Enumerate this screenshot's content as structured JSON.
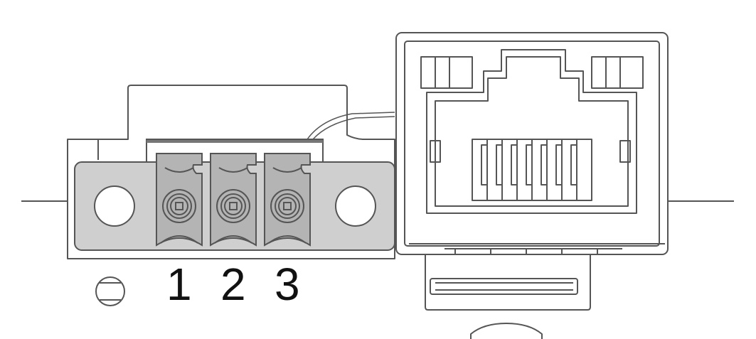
{
  "pins": [
    {
      "label": "1"
    },
    {
      "label": "2"
    },
    {
      "label": "3"
    }
  ],
  "colors": {
    "line": "#555555",
    "plate_fill": "#cfcfcf",
    "terminal_fill": "#b4b4b4",
    "background": "#ffffff",
    "label": "#111111"
  },
  "icons": {
    "terminal_block": "terminal-block-icon",
    "rj45_port": "rj45-port-icon",
    "mounting_hole": "mounting-hole-icon"
  }
}
